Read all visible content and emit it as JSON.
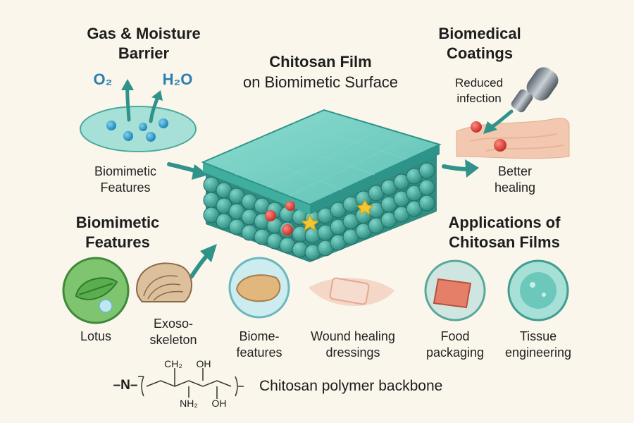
{
  "colors": {
    "background": "#fbf6ec",
    "film_teal": "#6cc9bd",
    "film_dark": "#2e9489",
    "bead": "#3a9e92",
    "arrow": "#2f938a",
    "chem_blue": "#2a7fb0",
    "red_particle": "#d9443b",
    "yellow_star": "#f2c531"
  },
  "center": {
    "title_line1": "Chitosan Film",
    "title_line2": "on Biomimetic Surface"
  },
  "barrier": {
    "title_line1": "Gas & Moisture",
    "title_line2": "Barrier",
    "oxygen": "O₂",
    "water": "H₂O",
    "caption_line1": "Biomimetic",
    "caption_line2": "Features"
  },
  "coatings": {
    "title_line1": "Biomedical",
    "title_line2": "Coatings",
    "reduced_line1": "Reduced",
    "reduced_line2": "infection",
    "better_line1": "Better",
    "better_line2": "healing"
  },
  "biomimetic": {
    "title_line1": "Biomimetic",
    "title_line2": "Features",
    "items": [
      {
        "line1": "Lotus",
        "line2": ""
      },
      {
        "line1": "Exoso-",
        "line2": "skeleton"
      },
      {
        "line1": "Biome-",
        "line2": "features"
      }
    ]
  },
  "wound": {
    "line1": "Wound healing",
    "line2": "dressings"
  },
  "applications": {
    "title_line1": "Applications of",
    "title_line2": "Chitosan Films",
    "items": [
      {
        "line1": "Food",
        "line2": "packaging"
      },
      {
        "line1": "Tissue",
        "line2": "engineering"
      }
    ]
  },
  "polymer": {
    "n_label": "–N–",
    "ch2": "CH₂",
    "oh_top": "OH",
    "nh2": "NH₂",
    "oh_bottom": "OH",
    "caption": "Chitosan polymer backbone"
  }
}
